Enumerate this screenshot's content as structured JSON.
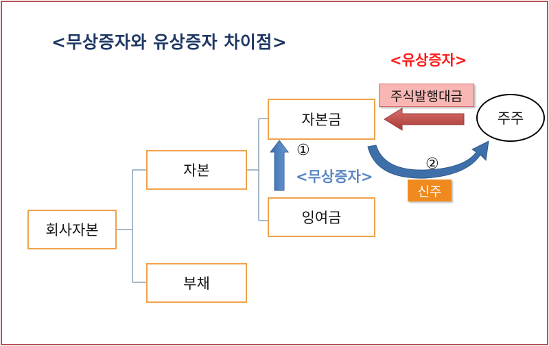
{
  "title": "<무상증자와 유상증자 차이점>",
  "nodes": {
    "company_capital": "회사자본",
    "equity": "자본",
    "liability": "부채",
    "capital_stock": "자본금",
    "surplus": "잉여금",
    "shareholder": "주주"
  },
  "labels": {
    "paid_increase": "<유상증자>",
    "free_increase": "<무상증자>",
    "share_issue_payment": "주식발행대금",
    "new_shares": "신주",
    "step1": "①",
    "step2": "②"
  },
  "colors": {
    "frame": "#b5555a",
    "box_border": "#f0a24a",
    "title": "#1f3864",
    "paid_title": "#ff1a1a",
    "free_title": "#5b86c5",
    "red_arrow": "#c0504d",
    "blue_arrow": "#4f81bd"
  }
}
